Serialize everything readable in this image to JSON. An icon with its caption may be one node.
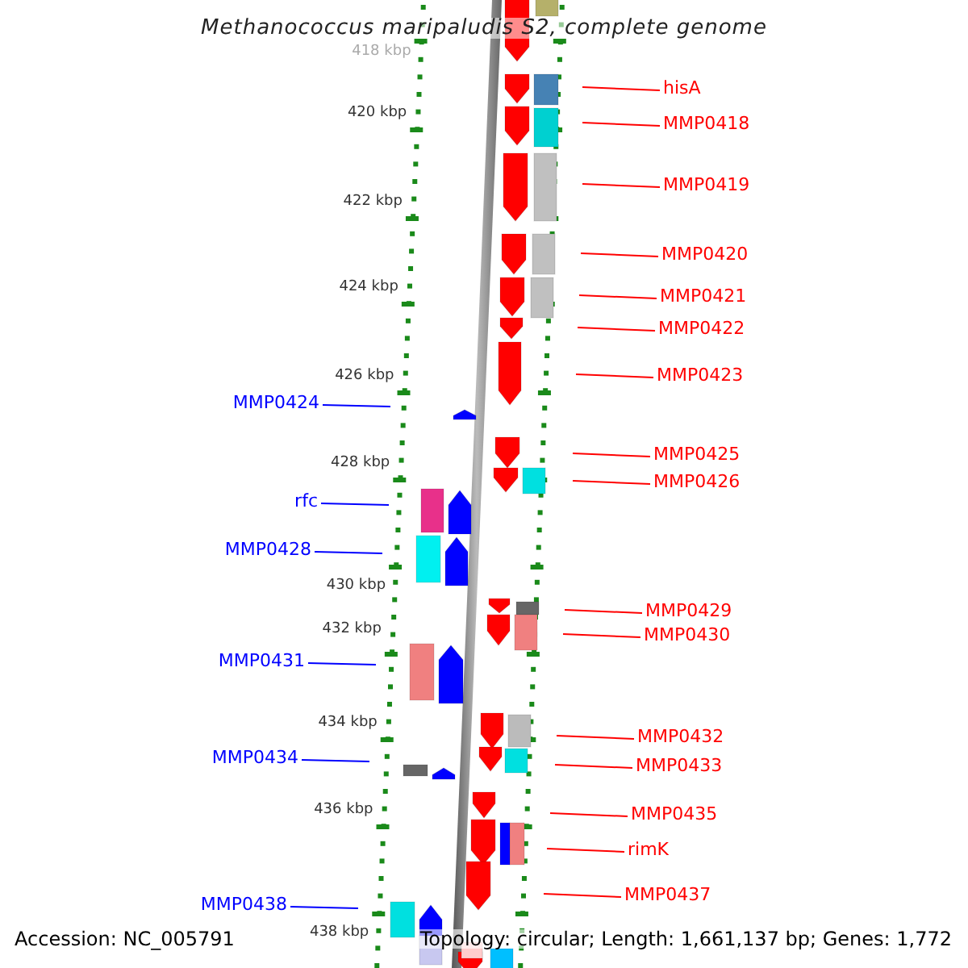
{
  "diagram": {
    "title": "Methanococcus maripaludis S2, complete genome",
    "nodes": [
      {
        "text": [
          "hisA"
        ]
      },
      {
        "text": [
          "MMP0418"
        ]
      },
      {
        "text": [
          "MMP0419"
        ]
      },
      {
        "text": [
          "MMP0420"
        ]
      },
      {
        "text": [
          "MMP0421"
        ]
      },
      {
        "text": [
          "MMP0422"
        ]
      },
      {
        "text": [
          "MMP0423"
        ]
      },
      {
        "text": [
          "MMP0424"
        ]
      },
      {
        "text": [
          "MMP0425"
        ]
      },
      {
        "text": [
          "MMP0426"
        ]
      },
      {
        "text": [
          "rfc"
        ]
      },
      {
        "text": [
          "MMP0428"
        ]
      },
      {
        "text": [
          "MMP0429"
        ]
      },
      {
        "text": [
          "MMP0430"
        ]
      },
      {
        "text": [
          "MMP0431"
        ]
      },
      {
        "text": [
          "MMP0432"
        ]
      },
      {
        "text": [
          "MMP0433"
        ]
      },
      {
        "text": [
          "MMP0434"
        ]
      },
      {
        "text": [
          "MMP0435"
        ]
      },
      {
        "text": [
          "rimK"
        ]
      },
      {
        "text": [
          "MMP0437"
        ]
      },
      {
        "text": [
          "MMP0438"
        ]
      }
    ],
    "edges": [
      {
        "from": 0,
        "to": null,
        "arrow": "none"
      },
      {
        "from": 1,
        "to": null,
        "arrow": "none"
      },
      {
        "from": 2,
        "to": null,
        "arrow": "none"
      },
      {
        "from": 3,
        "to": null,
        "arrow": "none"
      },
      {
        "from": 4,
        "to": null,
        "arrow": "none"
      },
      {
        "from": 5,
        "to": null,
        "arrow": "none"
      },
      {
        "from": 6,
        "to": null,
        "arrow": "none"
      },
      {
        "from": 7,
        "to": null,
        "arrow": "none",
        "color": "#0000ff"
      },
      {
        "from": 8,
        "to": null,
        "arrow": "none"
      },
      {
        "from": 9,
        "to": null,
        "arrow": "none"
      },
      {
        "from": 10,
        "to": null,
        "arrow": "none",
        "color": "#0000ff"
      },
      {
        "from": 11,
        "to": null,
        "arrow": "none",
        "color": "#0000ff"
      },
      {
        "from": 12,
        "to": null,
        "arrow": "none"
      },
      {
        "from": 13,
        "to": null,
        "arrow": "none"
      },
      {
        "from": 14,
        "to": null,
        "arrow": "none",
        "color": "#0000ff"
      },
      {
        "from": 15,
        "to": null,
        "arrow": "none"
      },
      {
        "from": 16,
        "to": null,
        "arrow": "none"
      },
      {
        "from": 17,
        "to": null,
        "arrow": "none",
        "color": "#0000ff"
      },
      {
        "from": 18,
        "to": null,
        "arrow": "none"
      },
      {
        "from": 19,
        "to": null,
        "arrow": "none"
      },
      {
        "from": 20,
        "to": null,
        "arrow": "none"
      },
      {
        "from": 21,
        "to": null,
        "arrow": "none",
        "color": "#0000ff"
      }
    ],
    "labels": [
      "418 kbp",
      "420 kbp",
      "422 kbp",
      "424 kbp",
      "426 kbp",
      "428 kbp",
      "430 kbp",
      "432 kbp",
      "434 kbp",
      "436 kbp",
      "438 kbp",
      "Accession: NC_005791",
      "Topology: circular; Length: 1,661,137 bp; Genes: 1,772"
    ]
  }
}
